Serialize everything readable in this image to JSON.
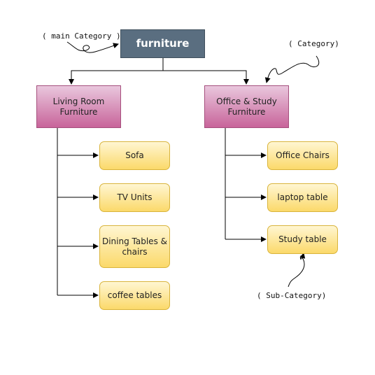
{
  "diagram": {
    "root": {
      "label": "furniture"
    },
    "categories": [
      {
        "label": "Living Room\nFurniture",
        "subcategories": [
          "Sofa",
          "TV Units",
          "Dining Tables &\nchairs",
          "coffee tables"
        ]
      },
      {
        "label": "Office & Study\nFurniture",
        "subcategories": [
          "Office Chairs",
          "laptop table",
          "Study table"
        ]
      }
    ],
    "annotations": {
      "main_category": "( main Category )",
      "category": "( Category)",
      "sub_category": "( Sub-Category)"
    }
  },
  "colors": {
    "root_fill": "#5a6e80",
    "category_fill": "#c8649a",
    "subcategory_fill": "#fbd96a",
    "connector": "#000000"
  }
}
